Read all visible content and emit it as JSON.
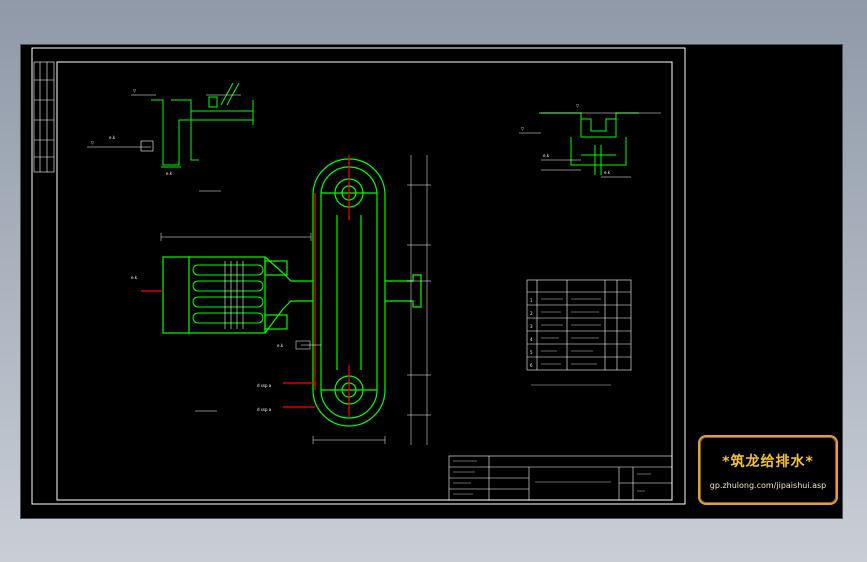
{
  "drawing": {
    "title_block": {
      "main_title": "",
      "rows": [
        "",
        "",
        "",
        ""
      ],
      "sheet_no": "",
      "scale": ""
    },
    "views": {
      "section_a": {
        "label": ""
      },
      "section_b": {
        "label": ""
      },
      "plan": {
        "label": ""
      }
    },
    "legend": {
      "heading": "",
      "rows": [
        {
          "no": "1",
          "name": "",
          "spec": "",
          "unit": "",
          "qty": ""
        },
        {
          "no": "2",
          "name": "",
          "spec": "",
          "unit": "",
          "qty": ""
        },
        {
          "no": "3",
          "name": "",
          "spec": "",
          "unit": "",
          "qty": ""
        },
        {
          "no": "4",
          "name": "",
          "spec": "",
          "unit": "",
          "qty": ""
        },
        {
          "no": "5",
          "name": "",
          "spec": "",
          "unit": "",
          "qty": ""
        },
        {
          "no": "6",
          "name": "",
          "spec": "",
          "unit": "",
          "qty": ""
        }
      ],
      "note": ""
    },
    "pipe_labels": [
      "d ssp a",
      "d ssp a"
    ],
    "colors": {
      "frame": "#ffffff",
      "structure": "#00ff00",
      "pipe": "#ff0000",
      "text": "#ffffff",
      "logo_border": "#e0a040",
      "logo_text": "#f1c232"
    }
  },
  "watermark": {
    "title": "*筑龙给排水*",
    "url": "gp.zhulong.com/jipaishui.asp"
  }
}
